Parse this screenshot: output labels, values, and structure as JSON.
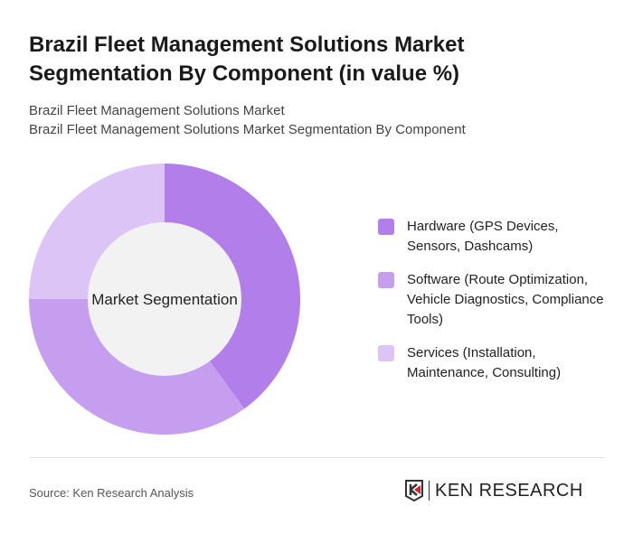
{
  "title": "Brazil Fleet Management Solutions Market Segmentation By Component (in value %)",
  "subtitle1": "Brazil Fleet Management Solutions Market",
  "subtitle2": "Brazil Fleet Management Solutions Market Segmentation By Component",
  "source": "Source: Ken Research Analysis",
  "logo_text": "KEN RESEARCH",
  "chart_data": {
    "type": "pie",
    "variant": "donut",
    "center_label": "Market Segmentation",
    "legend_position": "right",
    "categories": [
      "Hardware (GPS Devices, Sensors, Dashcams)",
      "Software (Route Optimization, Vehicle Diagnostics, Compliance Tools)",
      "Services (Installation, Maintenance, Consulting)"
    ],
    "values": [
      40,
      35,
      25
    ],
    "colors": [
      "#b27ee9",
      "#c59ef0",
      "#dcc5f6"
    ]
  }
}
